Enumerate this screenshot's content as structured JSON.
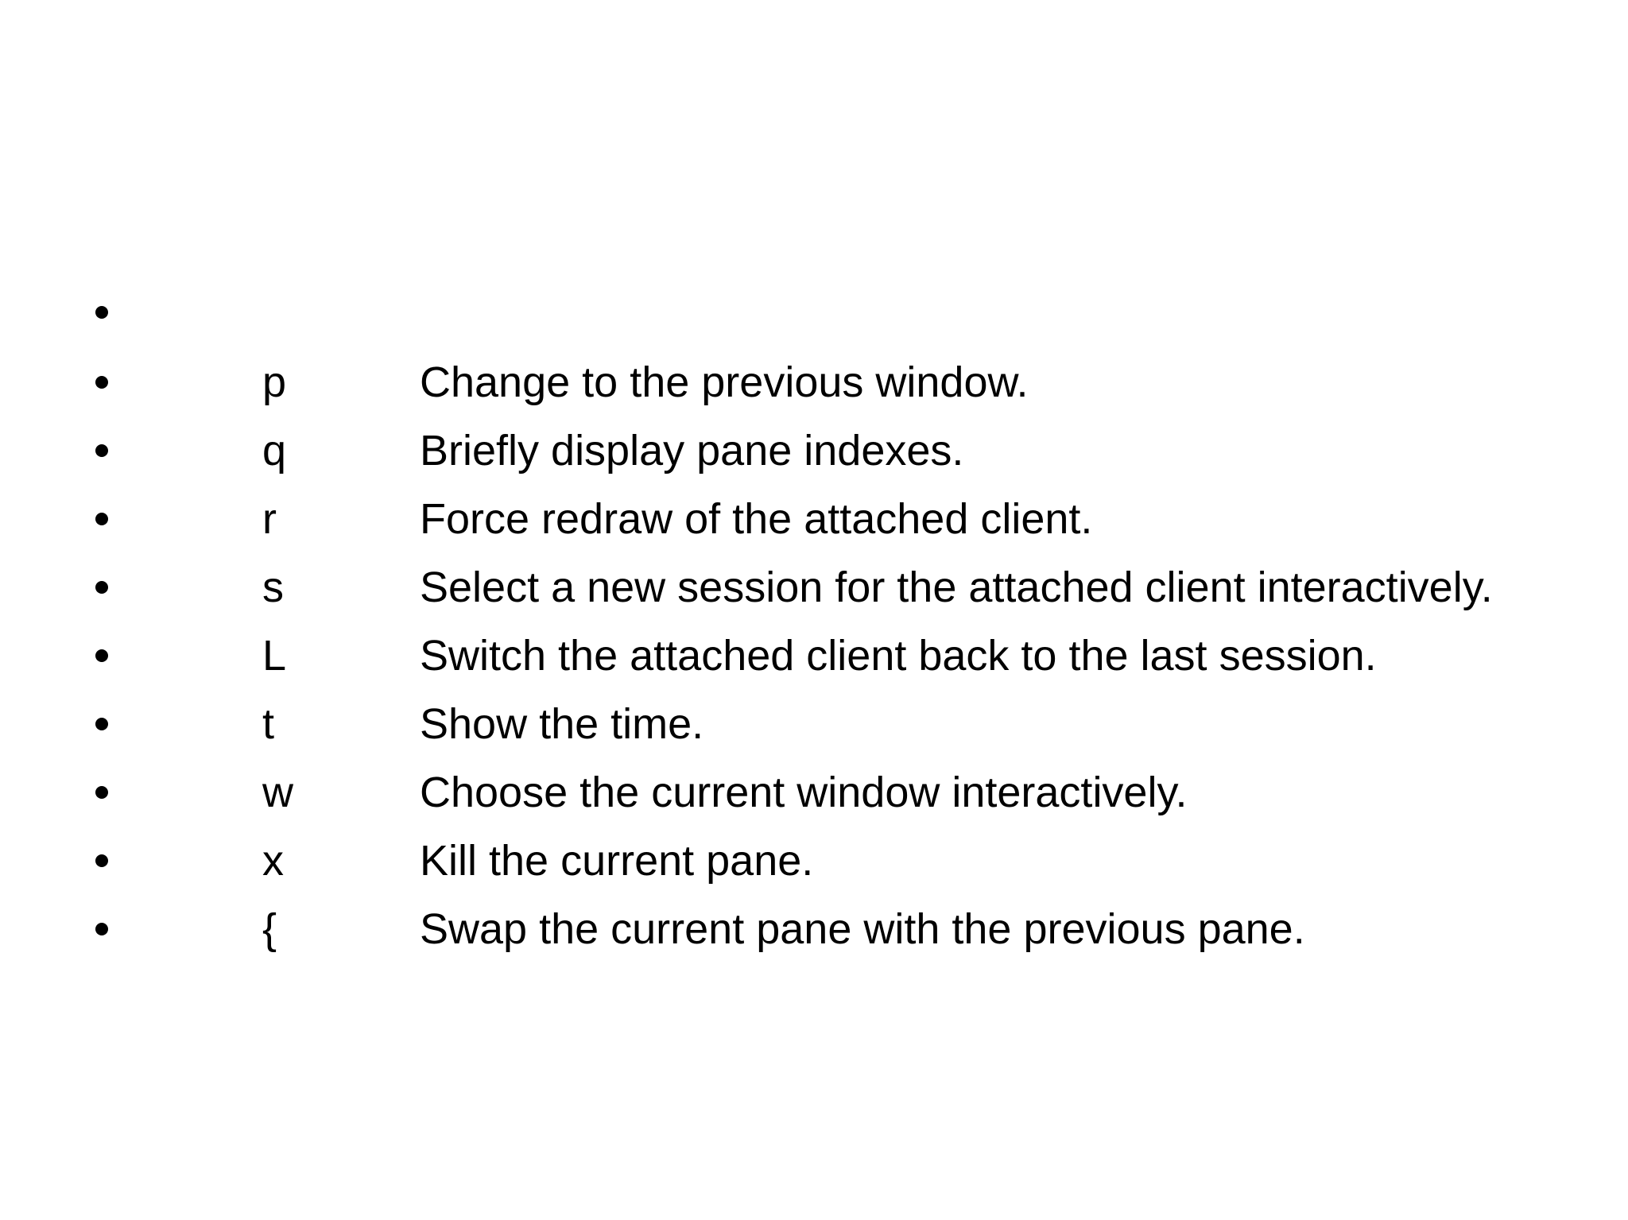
{
  "page": {
    "background": "#ffffff",
    "text_color": "#000000"
  },
  "shortcut_list": {
    "items": [
      {
        "key": "",
        "description": ""
      },
      {
        "key": "p",
        "description": "Change to the previous window."
      },
      {
        "key": "q",
        "description": "Briefly display pane indexes."
      },
      {
        "key": "r",
        "description": "Force redraw of the attached client."
      },
      {
        "key": "s",
        "description": "Select a new session for the attached client interactively."
      },
      {
        "key": "L",
        "description": "Switch the attached client back to the last session."
      },
      {
        "key": "t",
        "description": "Show the time."
      },
      {
        "key": "w",
        "description": "Choose the current window interactively."
      },
      {
        "key": "x",
        "description": "Kill the current pane."
      },
      {
        "key": "{",
        "description": "Swap the current pane with the previous pane."
      }
    ]
  }
}
